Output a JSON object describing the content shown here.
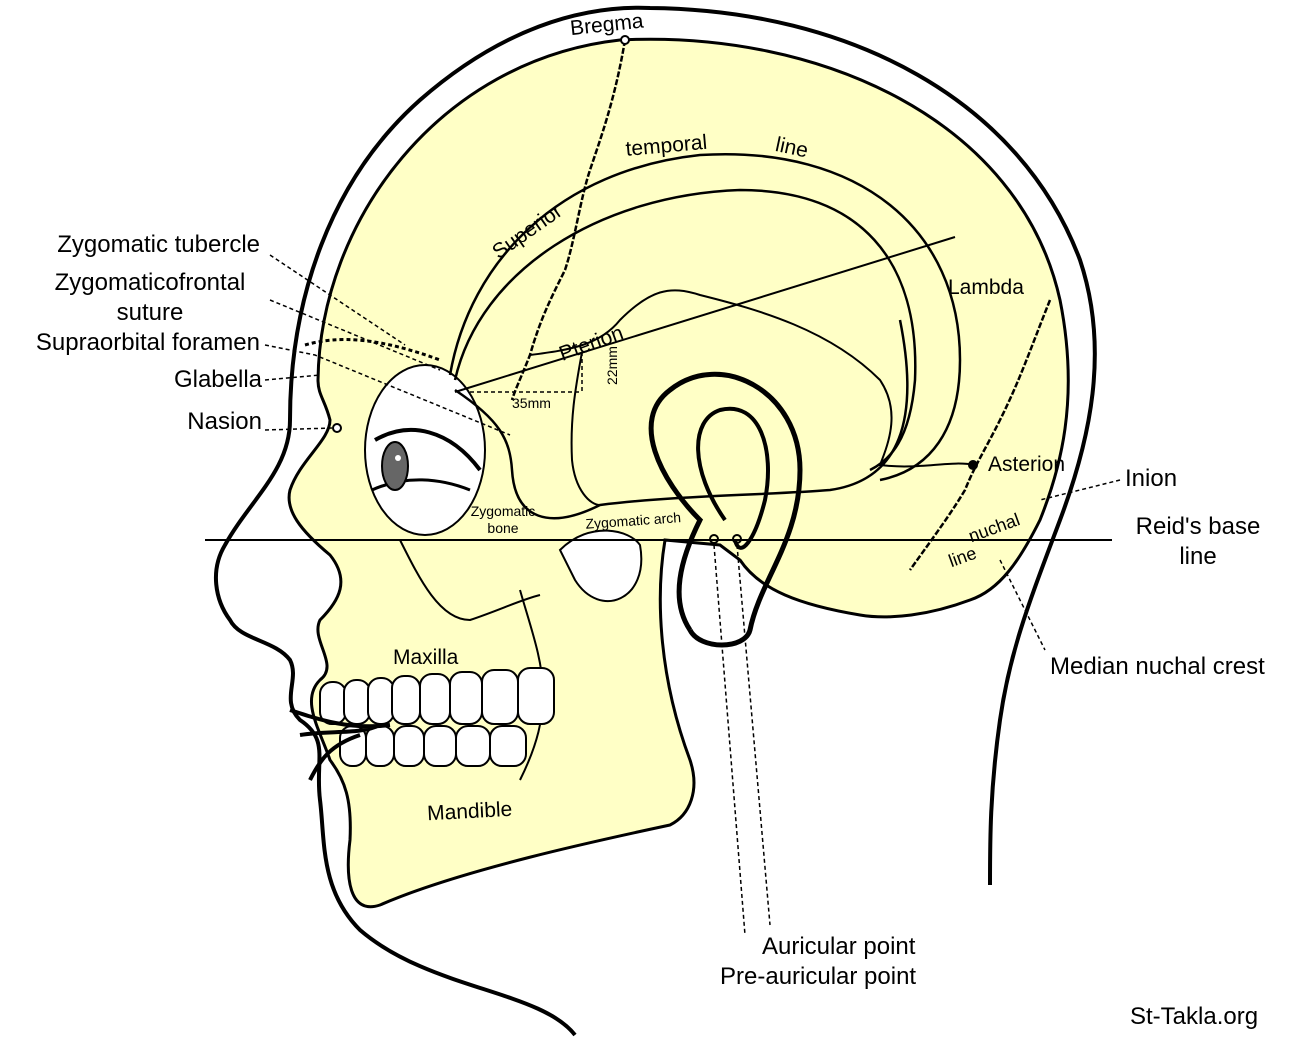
{
  "colors": {
    "bone": "#FFFFC6",
    "line": "#000000",
    "skin_bg": "#FFFFFF"
  },
  "labels": {
    "bregma": "Bregma",
    "superior": "Superior",
    "temporal": "temporal",
    "line": "line",
    "lambda": "Lambda",
    "pterion": "Pterion",
    "mm22": "22mm",
    "mm35": "35mm",
    "zygomatic_tubercle": "Zygomatic tubercle",
    "zygomaticofrontal_1": "Zygomaticofrontal",
    "zygomaticofrontal_2": "suture",
    "supraorbital_foramen": "Supraorbital foramen",
    "glabella": "Glabella",
    "nasion": "Nasion",
    "asterion": "Asterion",
    "inion": "Inion",
    "reids_1": "Reid's base",
    "reids_2": "line",
    "nuchal": "nuchal",
    "nuchal_line": "line",
    "zygomatic_bone_1": "Zygomatic",
    "zygomatic_bone_2": "bone",
    "zygomatic_arch": "Zygomatic arch",
    "maxilla": "Maxilla",
    "mandible": "Mandible",
    "median_nuchal_crest": "Median nuchal crest",
    "auricular_point": "Auricular point",
    "pre_auricular_point": "Pre-auricular point",
    "watermark": "St-Takla.org"
  }
}
